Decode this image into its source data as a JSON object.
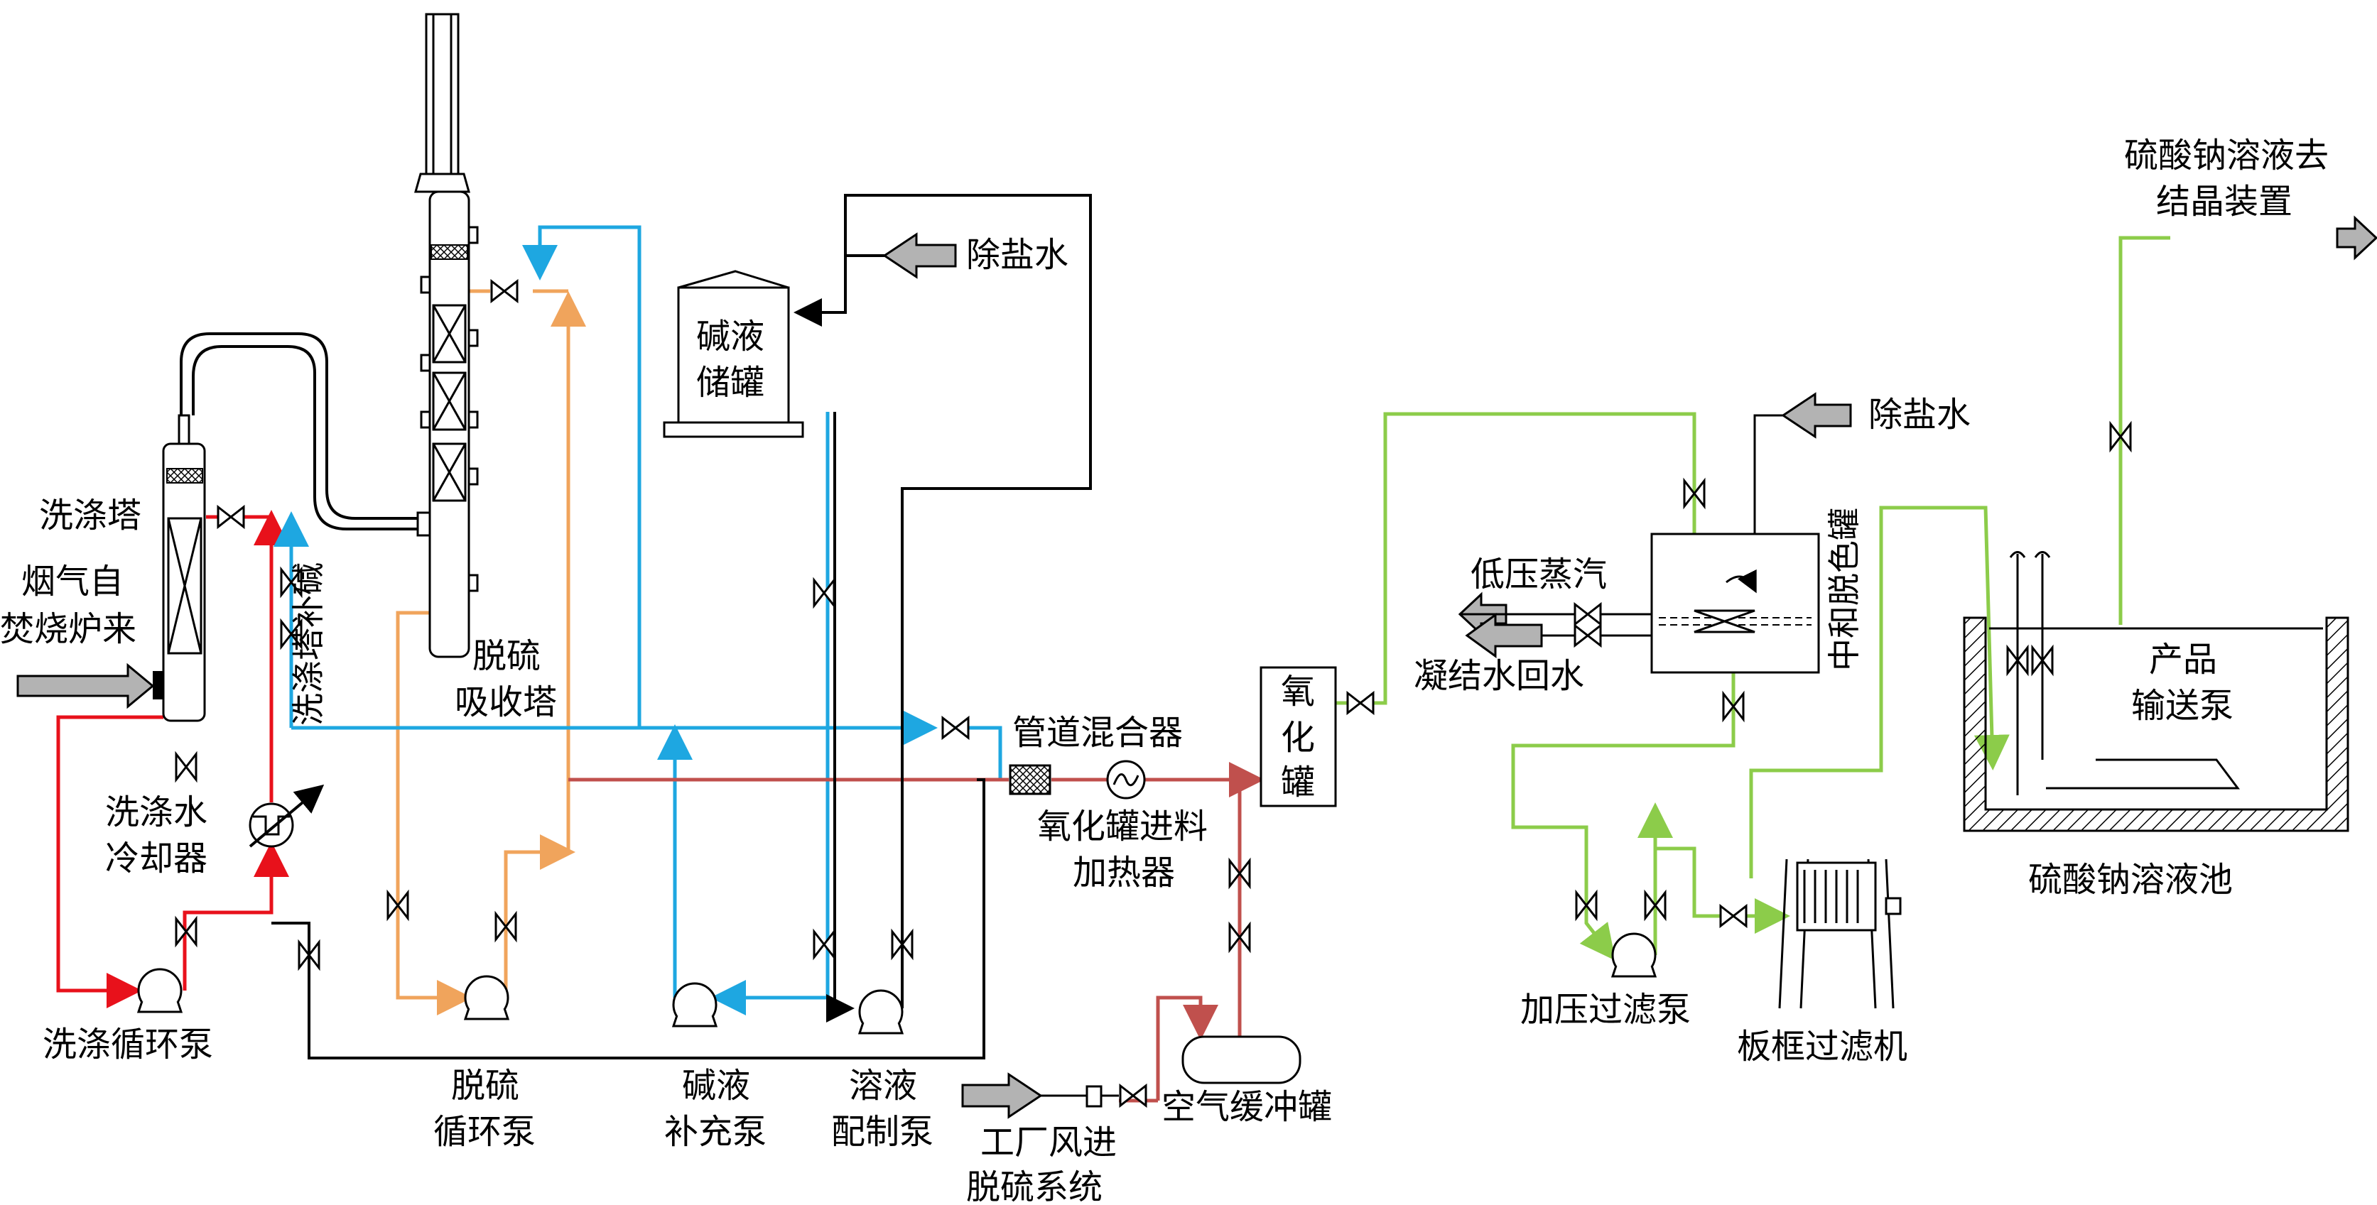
{
  "colors": {
    "wash_red": "#e8111b",
    "desulf_orange": "#f0a45c",
    "caustic_blue": "#1ea7e1",
    "oxid_brown": "#c0504d",
    "neutral_green": "#8ccc4a",
    "black": "#000000",
    "arrow_gray": "#b3b3b3"
  },
  "labels": {
    "wash_tower": "洗涤塔",
    "flue_gas_1": "烟气自",
    "flue_gas_2": "焚烧炉来",
    "wash_cooler_1": "洗涤水",
    "wash_cooler_2": "冷却器",
    "wash_pump": "洗涤循环泵",
    "wash_tower_makeup": "洗涤塔补碱",
    "absorber_1": "脱硫",
    "absorber_2": "吸收塔",
    "desulf_pump_1": "脱硫",
    "desulf_pump_2": "循环泵",
    "caustic_tank_1": "碱液",
    "caustic_tank_2": "储罐",
    "demin_water_1": "除盐水",
    "caustic_pump_1": "碱液",
    "caustic_pump_2": "补充泵",
    "solution_pump_1": "溶液",
    "solution_pump_2": "配制泵",
    "pipe_mixer": "管道混合器",
    "oxid_heater_1": "氧化罐进料",
    "oxid_heater_2": "加热器",
    "oxid_tank_1": "氧",
    "oxid_tank_2": "化",
    "oxid_tank_3": "罐",
    "plant_air_1": "工厂风进",
    "plant_air_2": "脱硫系统",
    "air_buffer": "空气缓冲罐",
    "demin_water_2": "除盐水",
    "lp_steam": "低压蒸汽",
    "condensate": "凝结水回水",
    "neutral_tank": "中和脱色罐",
    "press_pump": "加压过滤泵",
    "filter_press": "板框过滤机",
    "product_1": "产品",
    "product_2": "输送泵",
    "na2so4_pool": "硫酸钠溶液池",
    "to_cryst_1": "硫酸钠溶液去",
    "to_cryst_2": "结晶装置"
  }
}
